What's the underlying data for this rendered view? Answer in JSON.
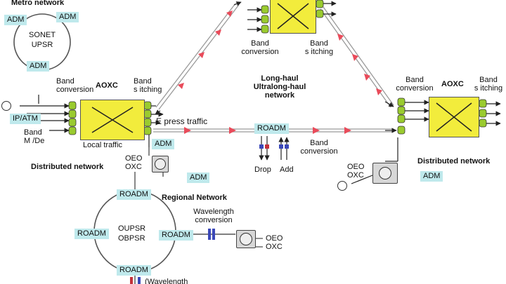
{
  "colors": {
    "adm_fill": "#bfe9ec",
    "crossconnect_fill": "#f2ec3c",
    "amplifier": "#e94b5a",
    "port_green": "#9acb2f",
    "switch_fill": "#d7d7d7"
  },
  "labels": {
    "metro_network": "Metro network",
    "sonet": "SONET",
    "upsr": "UPSR",
    "band_conversion_left": "Band\nconversion",
    "aoxc_left": "AOXC",
    "band_switching_left": "Band\ns itching",
    "ip_atm": "IP/ATM",
    "band_muxdemux": "Band\nM /De",
    "local_traffic": "Local traffic",
    "express_traffic": "E press traffic",
    "distributed_network_left": "Distributed network",
    "oeo_left": "OEO",
    "oxc_left": "OXC",
    "band_conversion_top": "Band\nconversion",
    "band_switching_top": "Band\ns itching",
    "longhaul": "Long-haul\nUltralong-haul\nnetwork",
    "drop": "Drop",
    "add": "Add",
    "band_conversion_mid": "Band\nconversion",
    "band_conversion_right": "Band\nconversion",
    "aoxc_right": "AOXC",
    "band_switching_right": "Band\ns itching",
    "distributed_network_right": "Distributed network",
    "oeo_right": "OEO",
    "oxc_right": "OXC",
    "regional_network": "Regional Network",
    "wavelength_conversion": "Wavelength\nconversion",
    "oupsr": "OUPSR",
    "obpsr": "OBPSR",
    "oeo_bottom": "OEO",
    "oxc_bottom": "OXC",
    "wavelength_bottom": "(Wavelength"
  },
  "tags": {
    "metro_adm_left": "ADM",
    "metro_adm_right": "ADM",
    "metro_adm_bottom": "ADM",
    "dist_adm_top": "ADM",
    "dist_adm_bottom": "ADM",
    "roadm_center": "ROADM",
    "right_adm": "ADM",
    "regional_roadm_top": "ROADM",
    "regional_roadm_left": "ROADM",
    "regional_roadm_right": "ROADM",
    "regional_roadm_bottom": "ROADM"
  }
}
